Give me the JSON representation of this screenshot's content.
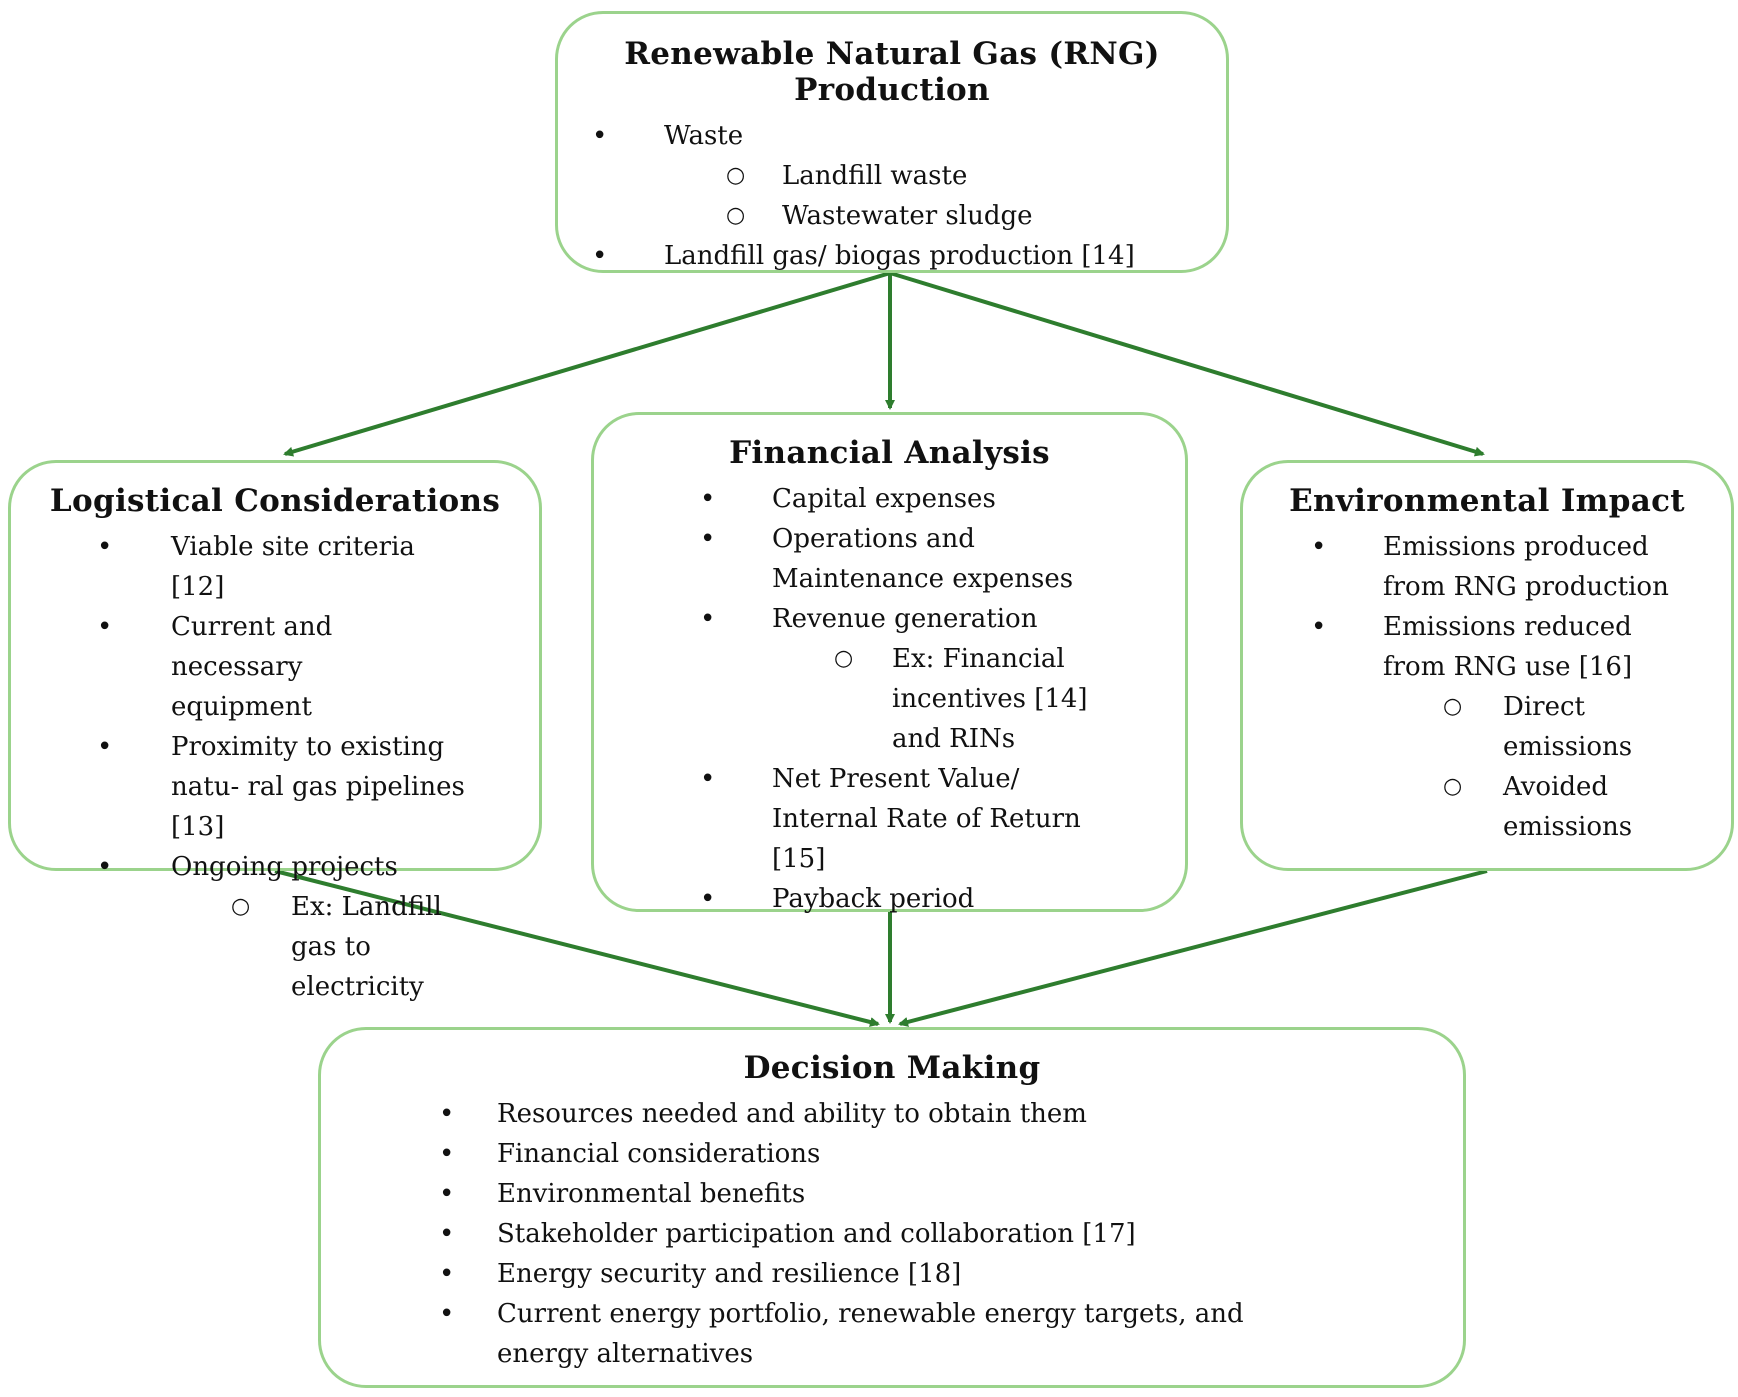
{
  "top": {
    "title": "Renewable Natural Gas (RNG) Production",
    "items": [
      {
        "text": "Waste",
        "sub": [
          "Landfill waste",
          "Wastewater sludge"
        ]
      },
      {
        "text": "Landfill gas/ biogas production [14]",
        "sub": []
      }
    ]
  },
  "logistical": {
    "title": "Logistical Considerations",
    "items": [
      {
        "text": "Viable site criteria [12]"
      },
      {
        "text": "Current and necessary equipment"
      },
      {
        "text": "Proximity to existing natu- ral gas pipelines [13]"
      },
      {
        "text": "Ongoing projects"
      }
    ],
    "sub": [
      "Ex: Landfill gas to electricity"
    ]
  },
  "financial": {
    "title": "Financial Analysis",
    "items": [
      {
        "text": "Capital expenses"
      },
      {
        "text": "Operations and Maintenance expenses"
      },
      {
        "text": "Revenue generation"
      },
      {
        "text": "Net Present Value/ Internal Rate of Return [15]"
      },
      {
        "text": "Payback period"
      }
    ],
    "sub": [
      "Ex: Financial incentives [14] and RINs"
    ]
  },
  "environmental": {
    "title": "Environmental Impact",
    "items": [
      {
        "text": "Emissions produced from RNG production"
      },
      {
        "text": "Emissions reduced from RNG use [16]"
      }
    ],
    "sub": [
      "Direct emissions",
      "Avoided emissions"
    ]
  },
  "decision": {
    "title": "Decision Making",
    "items": [
      "Resources needed and ability to obtain them",
      "Financial considerations",
      "Environmental benefits",
      "Stakeholder participation and collaboration [17]",
      "Energy security and resilience [18]",
      "Current energy portfolio, renewable energy targets, and energy alternatives"
    ]
  },
  "colors": {
    "box_border": "#9bd38c",
    "arrow": "#2e7d2e"
  }
}
